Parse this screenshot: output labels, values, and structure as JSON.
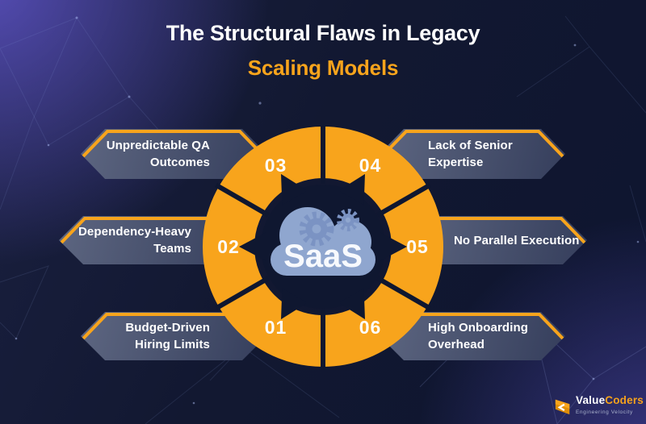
{
  "header": {
    "title_line1": "The Structural Flaws in Legacy",
    "title_line2": "Scaling Models"
  },
  "center": {
    "label": "SaaS",
    "icon": "cloud-with-gears-icon"
  },
  "items": [
    {
      "number": "01",
      "label_line1": "Budget-Driven",
      "label_line2": "Hiring Limits"
    },
    {
      "number": "02",
      "label_line1": "Dependency-Heavy",
      "label_line2": "Teams"
    },
    {
      "number": "03",
      "label_line1": "Unpredictable QA",
      "label_line2": "Outcomes"
    },
    {
      "number": "04",
      "label_line1": "Lack of Senior",
      "label_line2": "Expertise"
    },
    {
      "number": "05",
      "label_line1": "No Parallel Execution",
      "label_line2": ""
    },
    {
      "number": "06",
      "label_line1": "High Onboarding",
      "label_line2": "Overhead"
    }
  ],
  "brand": {
    "name_primary": "Value",
    "name_secondary": "Coders",
    "tagline": "Engineering Velocity",
    "logo_icon": "valuecoders-mark-icon"
  },
  "colors": {
    "accent_orange": "#F8A41C",
    "background_navy": "#121831",
    "background_purple": "#3C3787",
    "banner_slate": "#4A536F",
    "cloud_blue": "#8FA6CF",
    "gear_blue": "#7B93C3",
    "center_dark": "#0F1730",
    "text_white": "#FFFFFF"
  }
}
